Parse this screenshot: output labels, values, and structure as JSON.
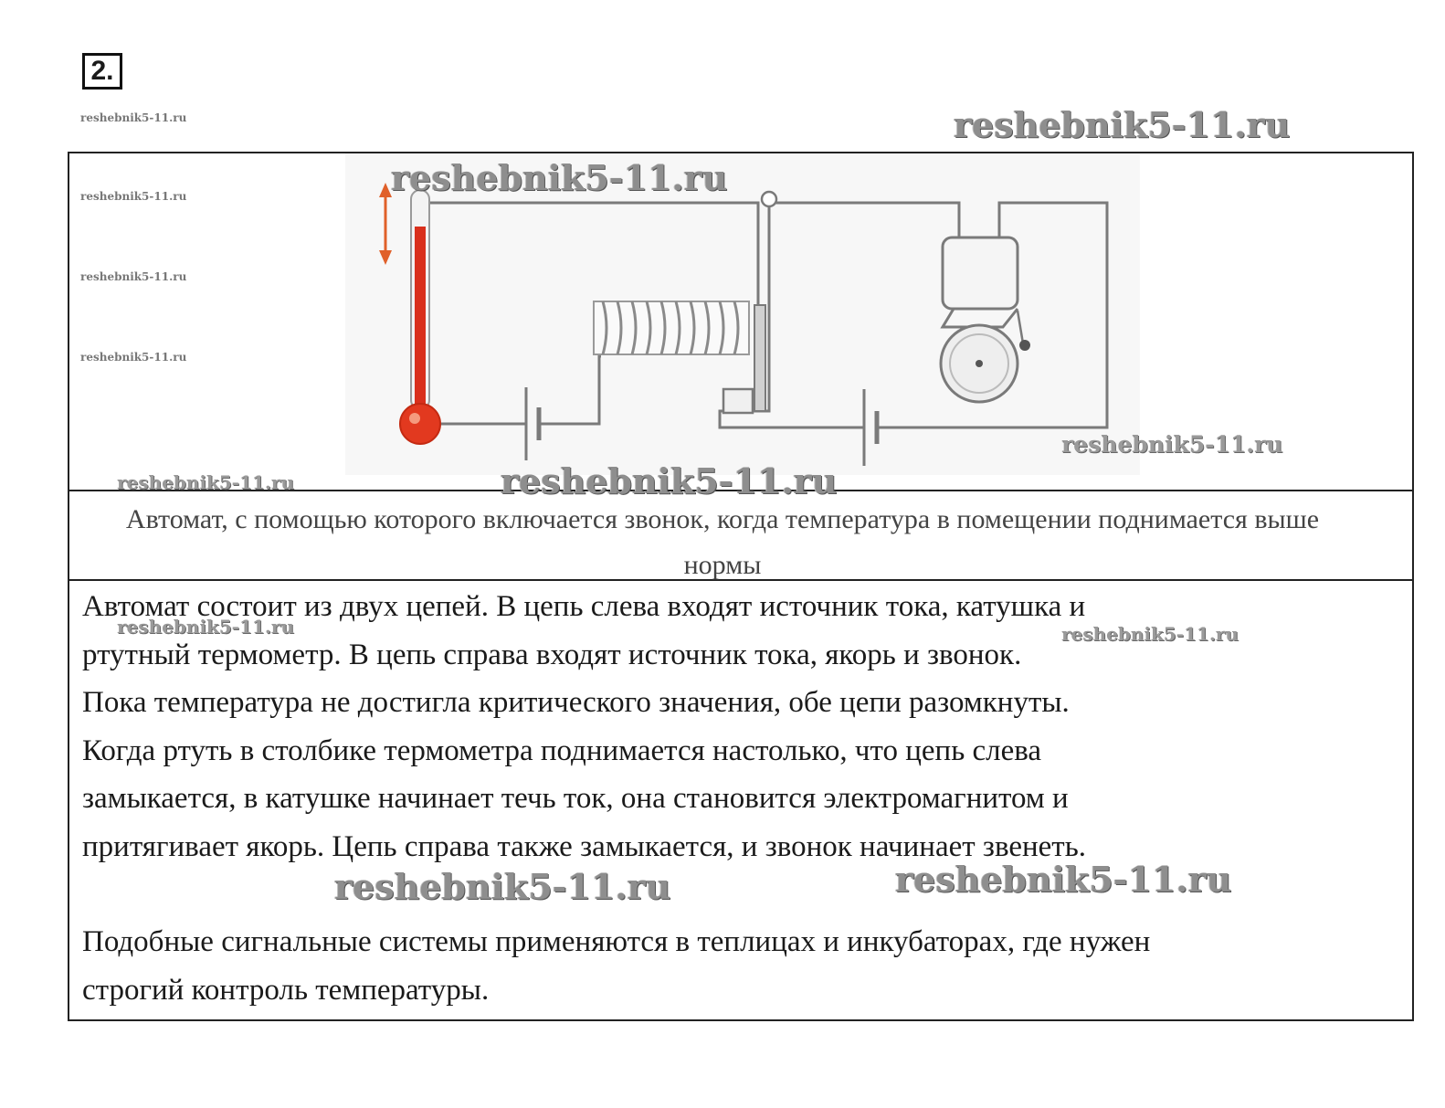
{
  "task_number": "2.",
  "caption": "Автомат, с помощью которого включается звонок, когда температура в помещении поднимается выше нормы",
  "answer": {
    "lines": [
      "Автомат состоит из двух цепей. В цепь слева входят источник тока, катушка и",
      "ртутный термометр. В цепь справа входят источник тока, якорь и звонок.",
      "Пока температура не достигла критического значения,  обе цепи разомкнуты.",
      "Когда ртуть в столбике термометра поднимается настолько, что цепь слева",
      "замыкается, в катушке начинает течь ток, она становится электромагнитом и",
      "притягивает якорь. Цепь справа также замыкается, и звонок начинает звенеть."
    ],
    "conclusion_lines": [
      "Подобные сигнальные системы применяются в теплицах и инкубаторах, где нужен",
      "строгий контроль температуры."
    ]
  },
  "watermark": "reshebnik5-11.ru",
  "colors": {
    "mercury": "#d9301c",
    "wire": "#7a7a7a",
    "arrow": "#e0602a"
  }
}
